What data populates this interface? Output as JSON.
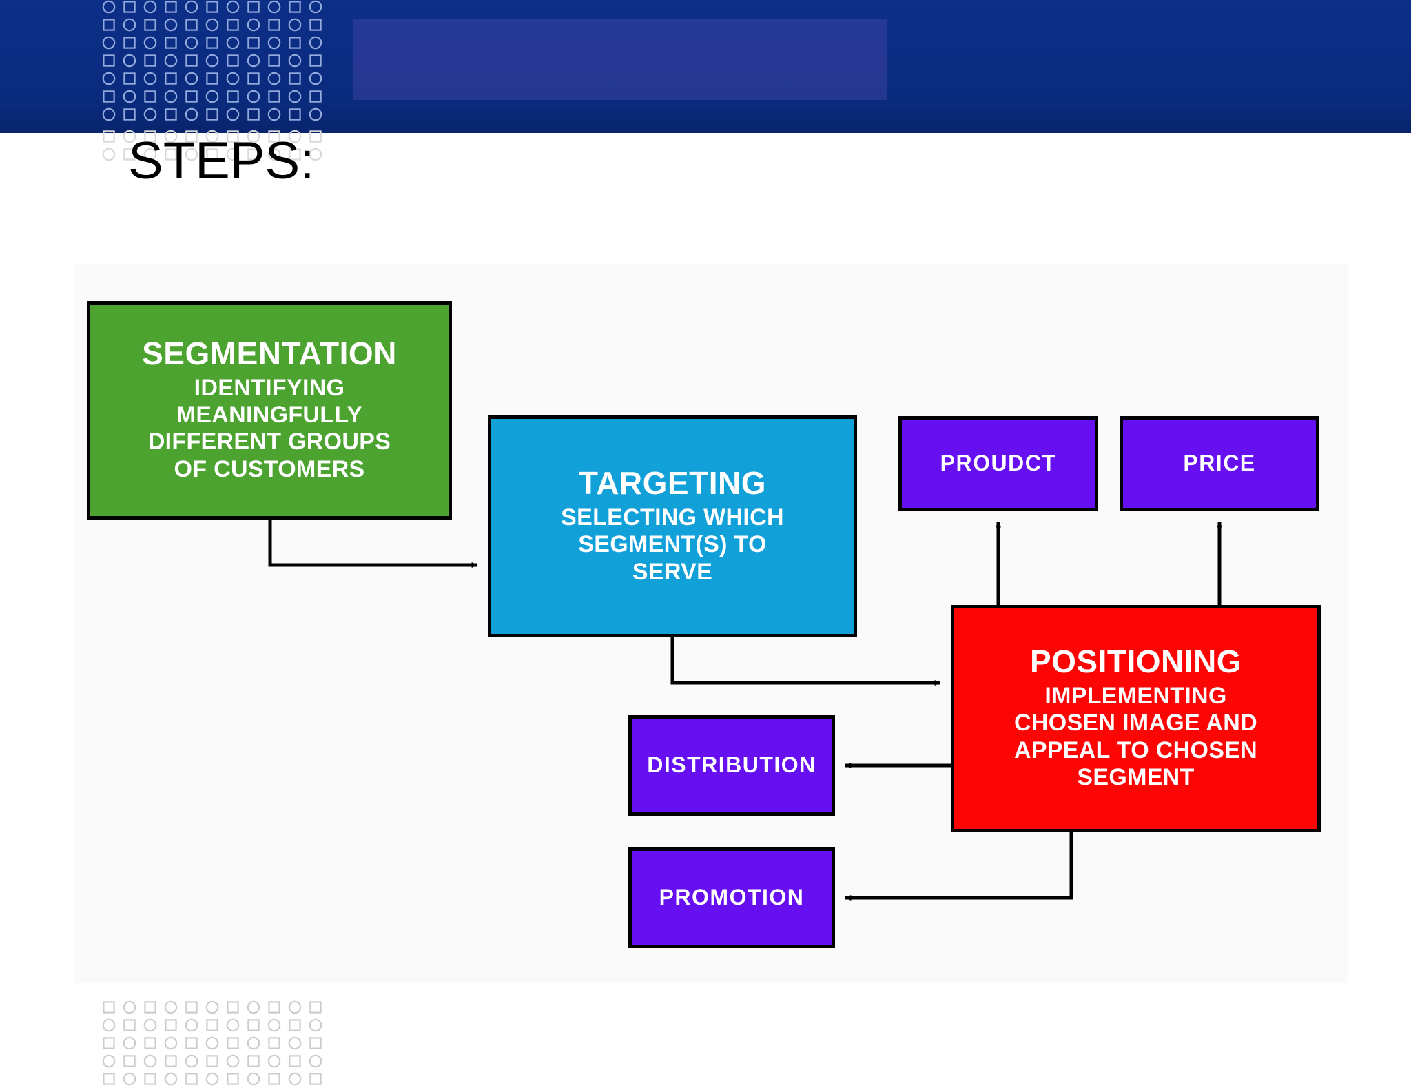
{
  "slide": {
    "title": "STEPS:",
    "background_color": "#ffffff"
  },
  "header": {
    "bar_color": "#0b2c82",
    "accent_rect_color": "#4a3f9e",
    "dot_pattern": {
      "name": "alternating-circle-square-grid",
      "columns": 11,
      "rows": 9,
      "color": "#8fa8d8"
    }
  },
  "footer": {
    "dot_pattern": {
      "name": "alternating-square-circle-grid",
      "columns": 11,
      "rows": 5,
      "color": "#cfcfcf"
    }
  },
  "diagram": {
    "canvas_color": "#fafafa",
    "border_color": "#000000",
    "arrow_color": "#000000",
    "nodes": {
      "segmentation": {
        "heading": "SEGMENTATION",
        "lines": [
          "IDENTIFYING",
          "MEANINGFULLY",
          "DIFFERENT GROUPS",
          "OF CUSTOMERS"
        ],
        "color": "#4ca330"
      },
      "targeting": {
        "heading": "TARGETING",
        "lines": [
          "SELECTING WHICH",
          "SEGMENT(S) TO",
          "SERVE"
        ],
        "color": "#12a0d9"
      },
      "positioning": {
        "heading": "POSITIONING",
        "lines": [
          "IMPLEMENTING",
          "CHOSEN IMAGE AND",
          "APPEAL TO CHOSEN",
          "SEGMENT"
        ],
        "color": "#fb0505"
      },
      "product": {
        "heading": "PROUDCT",
        "color": "#6610f2"
      },
      "price": {
        "heading": "PRICE",
        "color": "#6610f2"
      },
      "distribution": {
        "heading": "DISTRIBUTION",
        "color": "#6610f2"
      },
      "promotion": {
        "heading": "PROMOTION",
        "color": "#6610f2"
      }
    },
    "connections": [
      {
        "from": "segmentation",
        "to": "targeting",
        "style": "elbow-right"
      },
      {
        "from": "targeting",
        "to": "positioning",
        "style": "elbow-right"
      },
      {
        "from": "positioning",
        "to": "product",
        "style": "straight-up"
      },
      {
        "from": "positioning",
        "to": "price",
        "style": "straight-up"
      },
      {
        "from": "positioning",
        "to": "distribution",
        "style": "straight-left"
      },
      {
        "from": "positioning",
        "to": "promotion",
        "style": "elbow-down-left"
      }
    ]
  }
}
